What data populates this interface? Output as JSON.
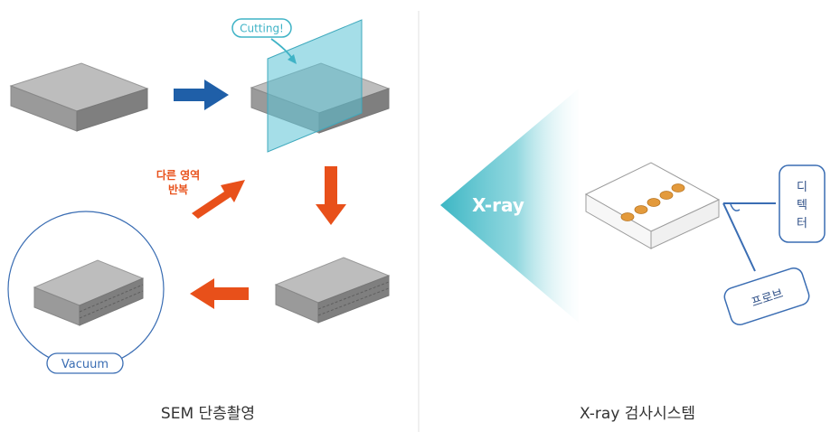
{
  "sem": {
    "cutting_label": "Cutting!",
    "repeat_label_line1": "다른 영역",
    "repeat_label_line2": "반복",
    "vacuum_label": "Vacuum",
    "caption": "SEM 단층촬영"
  },
  "xray": {
    "beam_label": "X-ray",
    "detector_label_chars": [
      "디",
      "텍",
      "터"
    ],
    "probe_label": "프로브",
    "caption": "X-ray 검사시스템"
  },
  "colors": {
    "blue_arrow": "#1f5fa8",
    "orange_arrow": "#e8501a",
    "cutting_plane": "#5bc2d6",
    "xray_beam": "#3cb6c4",
    "outline_blue": "#3a6db3",
    "block_top": "#b9b9b9",
    "block_side": "#8d8d8d",
    "bump": "#e39a3c"
  }
}
